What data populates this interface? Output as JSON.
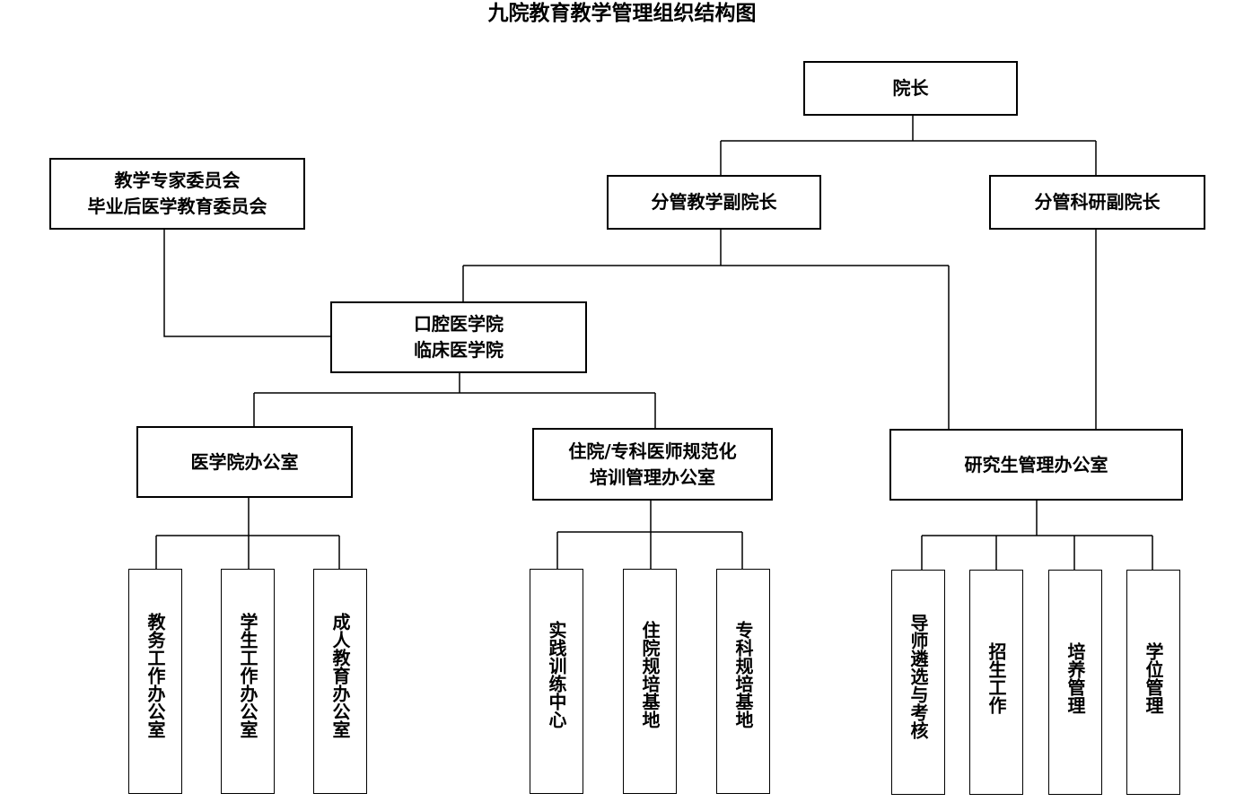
{
  "title": "九院教育教学管理组织结构图",
  "nodes": {
    "dean": "院长",
    "vp_teaching": "分管教学副院长",
    "vp_research": "分管科研副院长",
    "committee": "教学专家委员会\n毕业后医学教育委员会",
    "colleges": "口腔医学院\n临床医学院",
    "med_office": "医学院办公室",
    "residency_office": "住院/专科医师规范化\n培训管理办公室",
    "grad_office": "研究生管理办公室"
  },
  "leaves": {
    "med_office": [
      "教务工作办公室",
      "学生工作办公室",
      "成人教育办公室"
    ],
    "residency_office": [
      "实践训练中心",
      "住院规培基地",
      "专科规培基地"
    ],
    "grad_office": [
      "导师遴选与考核",
      "招生工作",
      "培养管理",
      "学位管理"
    ]
  }
}
